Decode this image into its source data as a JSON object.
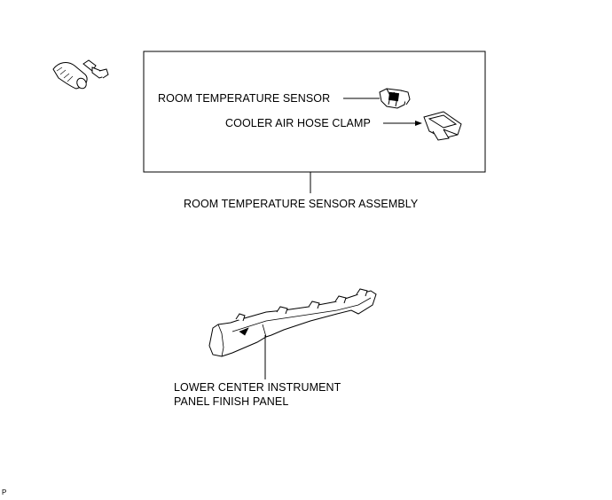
{
  "labels": {
    "room_temperature_sensor": "ROOM TEMPERATURE SENSOR",
    "cooler_air_hose_clamp": "COOLER AIR HOSE CLAMP",
    "room_temperature_sensor_assembly": "ROOM TEMPERATURE SENSOR ASSEMBLY",
    "lower_center_panel_line1": "LOWER CENTER INSTRUMENT",
    "lower_center_panel_line2": "PANEL FINISH PANEL"
  },
  "corner_mark": "P"
}
